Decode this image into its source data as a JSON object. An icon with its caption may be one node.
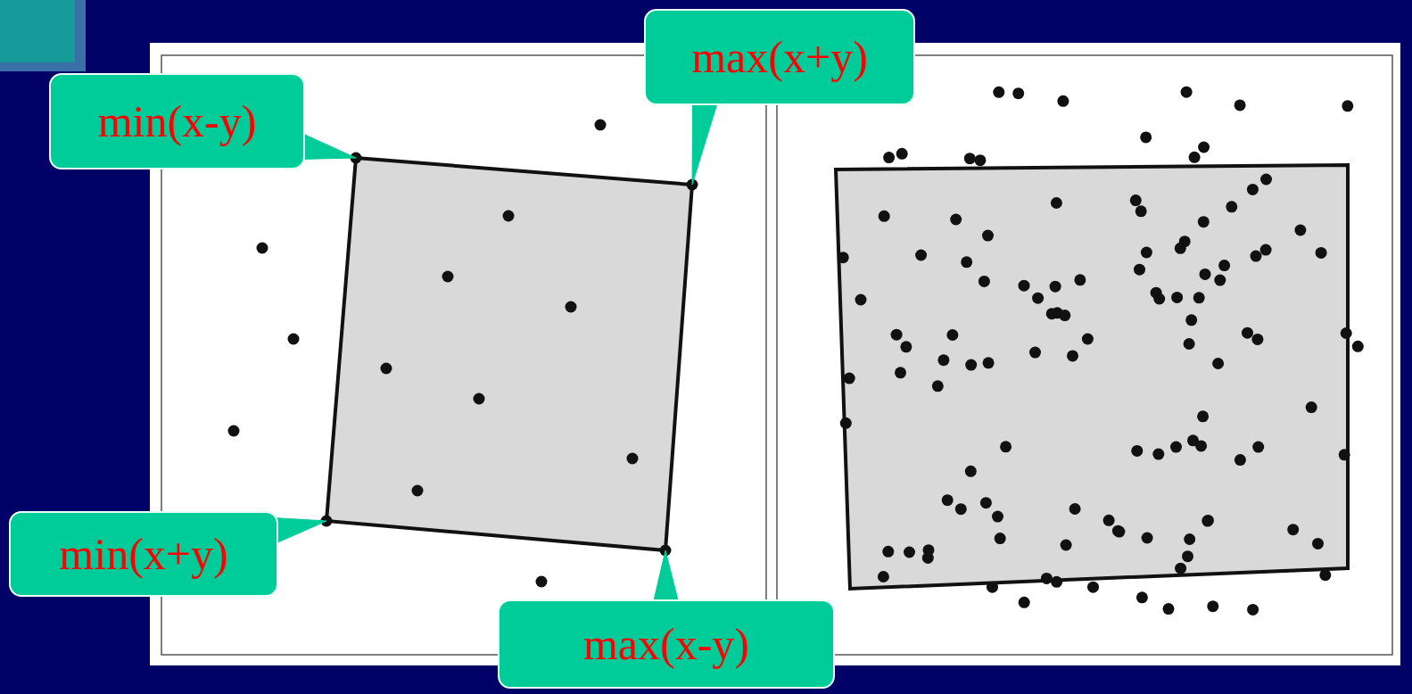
{
  "diagram": {
    "nodes": [
      {
        "text": [
          "min(x-y)"
        ]
      },
      {
        "text": [
          "max(x+y)"
        ]
      },
      {
        "text": [
          "min(x+y)"
        ]
      },
      {
        "text": [
          "max(x-y)"
        ]
      }
    ],
    "edges": [
      {
        "from": 0,
        "to": null,
        "arrow": "to"
      },
      {
        "from": 1,
        "to": null,
        "arrow": "to"
      },
      {
        "from": 2,
        "to": null,
        "arrow": "to"
      },
      {
        "from": 3,
        "to": null,
        "arrow": "to"
      }
    ]
  }
}
